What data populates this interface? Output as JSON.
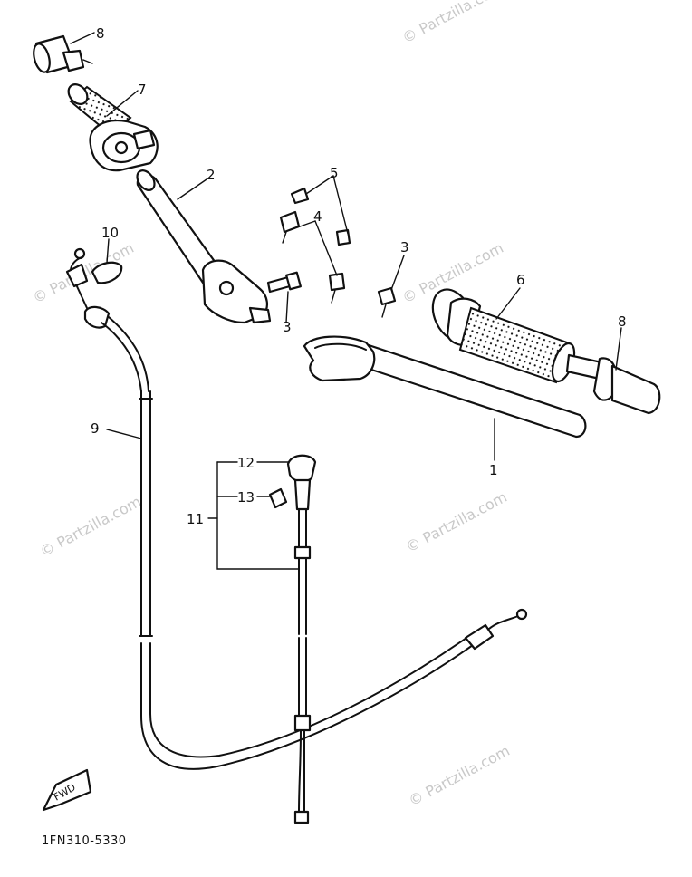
{
  "diagram": {
    "part_code": "1FN310-5330",
    "fwd_label": "FWD",
    "watermark": "© Partzilla.com",
    "callouts": [
      {
        "id": "c-1",
        "label": "1",
        "name": "handlebar-right"
      },
      {
        "id": "c-2",
        "label": "2",
        "name": "handlebar-left"
      },
      {
        "id": "c-3a",
        "label": "3",
        "name": "bolt-left-holder"
      },
      {
        "id": "c-3b",
        "label": "3",
        "name": "bolt-right-holder"
      },
      {
        "id": "c-4",
        "label": "4",
        "name": "screw"
      },
      {
        "id": "c-5",
        "label": "5",
        "name": "screws"
      },
      {
        "id": "c-6",
        "label": "6",
        "name": "grip-right"
      },
      {
        "id": "c-7",
        "label": "7",
        "name": "grip-left-throttle"
      },
      {
        "id": "c-8a",
        "label": "8",
        "name": "bar-end-left"
      },
      {
        "id": "c-8b",
        "label": "8",
        "name": "bar-end-right"
      },
      {
        "id": "c-9",
        "label": "9",
        "name": "throttle-cable"
      },
      {
        "id": "c-10",
        "label": "10",
        "name": "cable-clip"
      },
      {
        "id": "c-11",
        "label": "11",
        "name": "starter-cable-assy"
      },
      {
        "id": "c-12",
        "label": "12",
        "name": "starter-knob"
      },
      {
        "id": "c-13",
        "label": "13",
        "name": "starter-screw"
      }
    ]
  }
}
